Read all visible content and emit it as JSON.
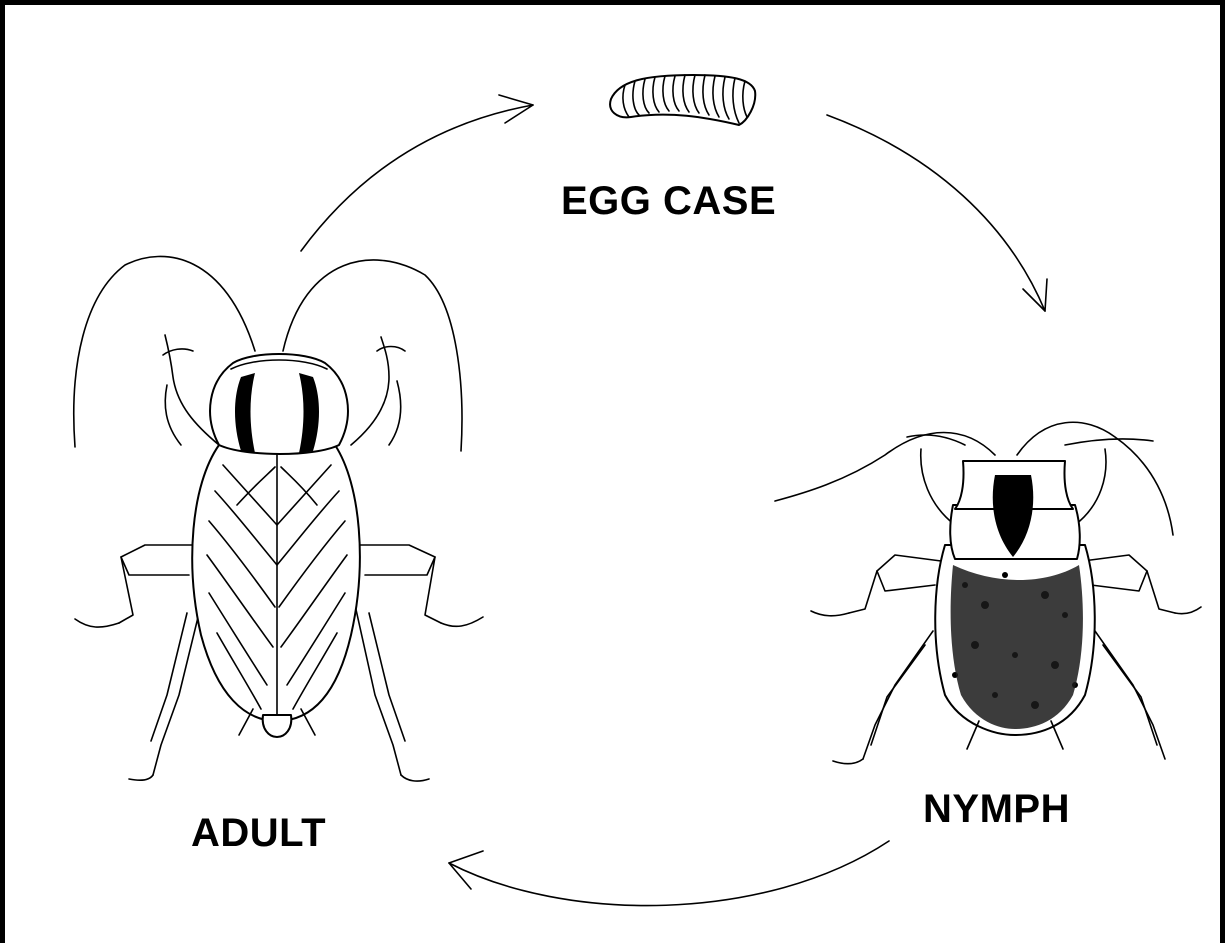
{
  "diagram": {
    "stages": {
      "egg_case": "EGG CASE",
      "nymph": "NYMPH",
      "adult": "ADULT"
    }
  }
}
